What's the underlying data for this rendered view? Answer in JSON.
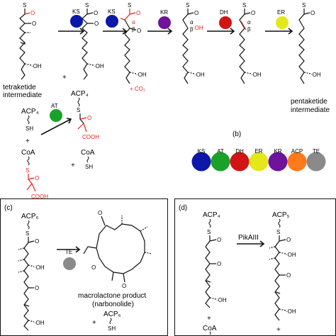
{
  "panel_a": {
    "intermediate_start": [
      "tetraketide",
      "intermediate"
    ],
    "intermediate_end": [
      "pentaketide",
      "intermediate"
    ],
    "plus": "+",
    "co2": "+ CO₂",
    "alpha": "α",
    "beta": "β",
    "oh": "·OH",
    "s": "S",
    "o": "O",
    "acp4": "ACP₄",
    "sh": "SH",
    "coa": "CoA",
    "cooh": "COOH",
    "enzymes": [
      "KS",
      "KS",
      "KR",
      "DH",
      "ER"
    ],
    "at": "AT"
  },
  "panel_b": {
    "label": "(b)",
    "domains": [
      "KS",
      "AT",
      "DH",
      "ER",
      "KR",
      "ACP",
      "TE"
    ]
  },
  "panel_c": {
    "label": "(c)",
    "acp6": "ACP₆",
    "te": "TE",
    "product": [
      "macrolactone product",
      "(narbonolide)"
    ],
    "plus": "+",
    "sh": "SH"
  },
  "panel_d": {
    "label": "(d)",
    "acp4": "ACP₄",
    "acp5": "ACP₅",
    "enzyme": "PikAIII",
    "plus_1": "+",
    "coa": "CoA",
    "plus_2": "+"
  },
  "colors": {
    "KS": "#0b18a8",
    "AT": "#1aa12a",
    "DH": "#d11414",
    "ER": "#e4e81a",
    "KR": "#6e139a",
    "ACP": "#ff7a1a",
    "TE": "#8a8a8a",
    "red_text": "#e2231a"
  }
}
